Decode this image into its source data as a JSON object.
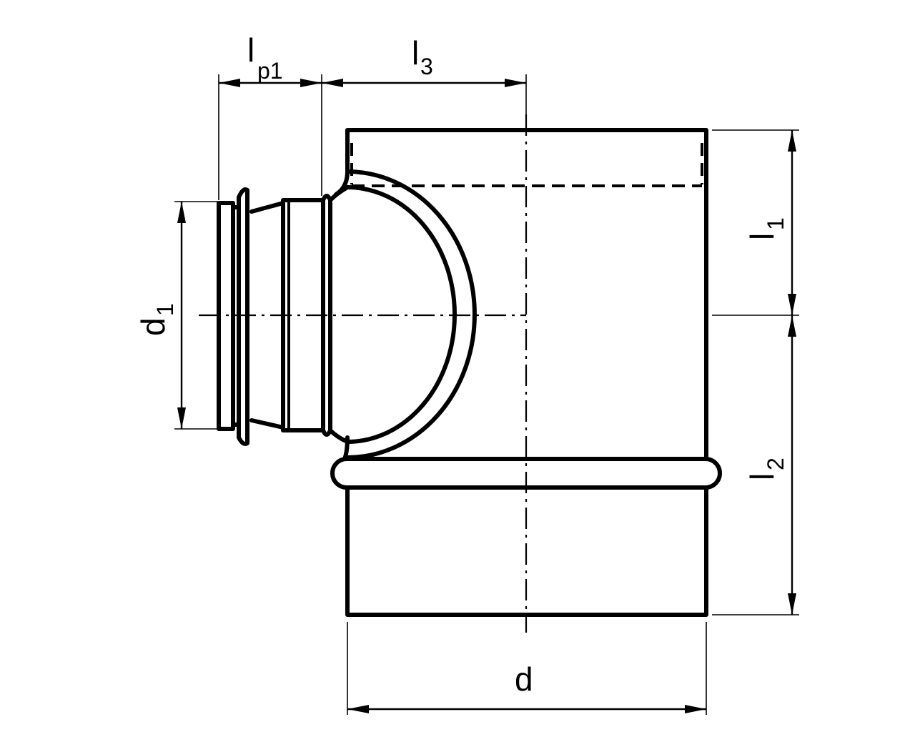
{
  "labels": {
    "lp1_main": "l",
    "lp1_sub": "p1",
    "l3_main": "l",
    "l3_sub": "3",
    "l1_main": "l",
    "l1_sub": "1",
    "l2_main": "l",
    "l2_sub": "2",
    "d1_main": "d",
    "d1_sub": "1",
    "d_main": "d"
  }
}
